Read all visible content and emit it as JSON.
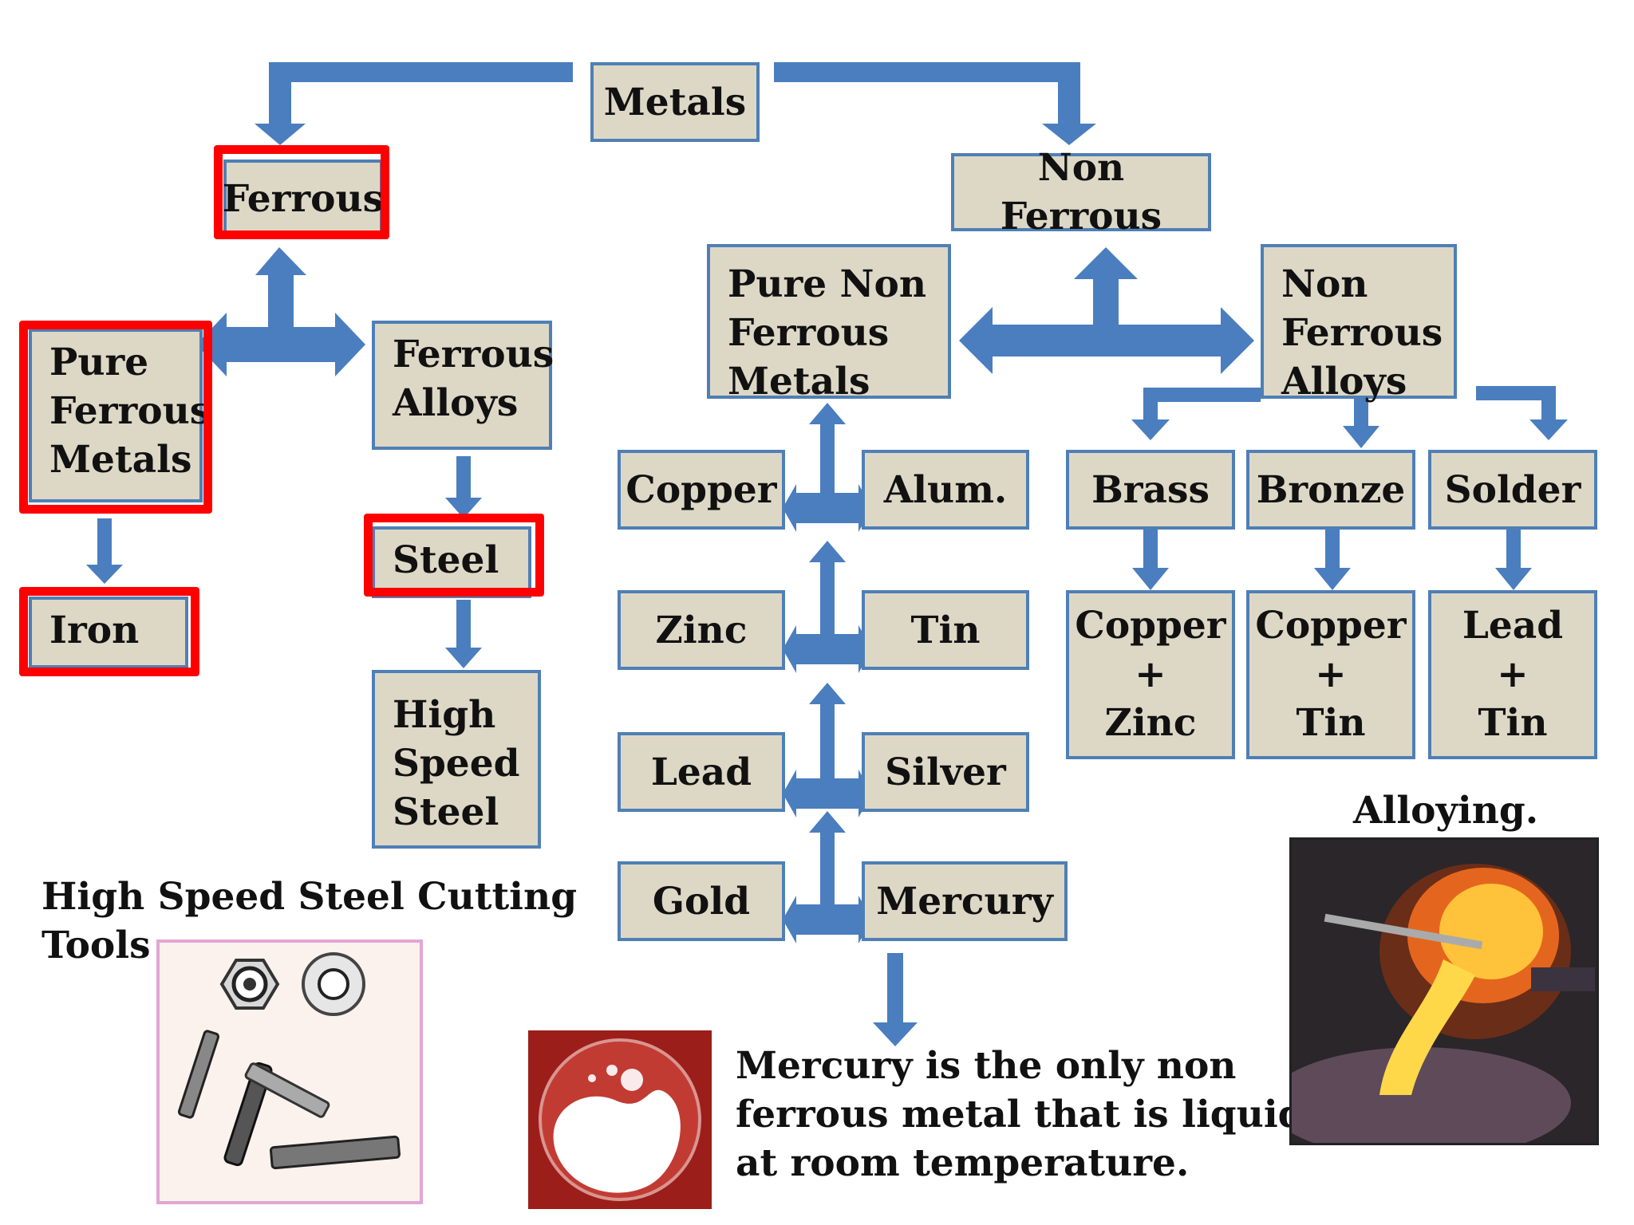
{
  "root": "Metals",
  "ferrous": {
    "label": "Ferrous",
    "pure": "Pure\nFerrous\nMetals",
    "iron": "Iron",
    "alloys": "Ferrous\nAlloys",
    "steel": "Steel",
    "hss": "High\nSpeed\nSteel"
  },
  "non_ferrous": {
    "label": "Non Ferrous",
    "pure": "Pure Non\nFerrous\nMetals",
    "alloys": "Non\nFerrous\nAlloys",
    "pure_metals": [
      "Copper",
      "Alum.",
      "Zinc",
      "Tin",
      "Lead",
      "Silver",
      "Gold",
      "Mercury"
    ],
    "alloy_names": [
      "Brass",
      "Bronze",
      "Solder"
    ],
    "alloy_compositions": [
      "Copper\n+\nZinc",
      "Copper\n+\nTin",
      "Lead\n+\nTin"
    ]
  },
  "captions": {
    "hss_tools": "High Speed Steel Cutting\nTools",
    "mercury_note": "Mercury is the only non\nferrous metal that is liquid\nat room temperature.",
    "alloying": "Alloying."
  },
  "colors": {
    "box_fill": "#ddd8c6",
    "box_border": "#4f7fb5",
    "arrow": "#4a7ebf",
    "highlight": "#ff0000"
  }
}
